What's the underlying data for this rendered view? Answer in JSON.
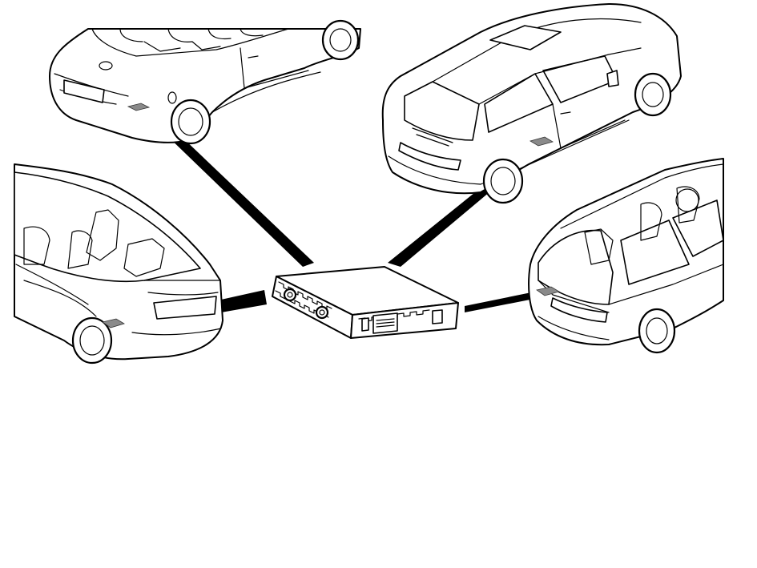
{
  "diagram": {
    "central_unit": {
      "name": "control-module"
    },
    "vehicles": [
      {
        "id": "convertible",
        "position": "top-left"
      },
      {
        "id": "hatchback",
        "position": "top-right"
      },
      {
        "id": "sedan",
        "position": "middle-left"
      },
      {
        "id": "estate",
        "position": "middle-right"
      }
    ],
    "colors": {
      "line": "#000000",
      "marker": "#8a8a8a",
      "background": "#ffffff"
    }
  }
}
